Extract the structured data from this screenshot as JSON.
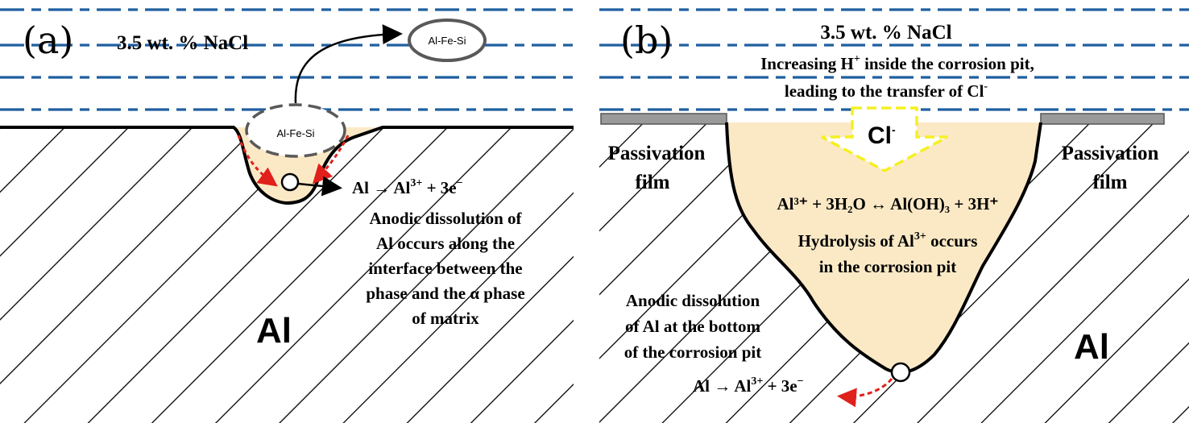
{
  "panel_a": {
    "label": "(a)",
    "solution": "3.5 wt. % NaCl",
    "phase_released": "Al-Fe-Si",
    "phase_in_pit": "Al-Fe-Si",
    "reaction": {
      "base": "Al → Al",
      "sup": "3+",
      "tail": " + 3e",
      "sup2": "−"
    },
    "note_lines": [
      "Anodic dissolution of",
      "Al occurs along the",
      "interface between the",
      "phase and the α phase",
      "of matrix"
    ],
    "metal": "Al"
  },
  "panel_b": {
    "label": "(b)",
    "solution": "3.5 wt. % NaCl",
    "header_line1": {
      "text": "Increasing H",
      "sup": "+",
      "tail": " inside the corrosion pit,"
    },
    "header_line2": {
      "text": "leading to the transfer of Cl",
      "sup": "-"
    },
    "chloride": {
      "text": "Cl",
      "sup": "-"
    },
    "film_left": [
      "Passivation",
      "film"
    ],
    "film_right": [
      "Passivation",
      "film"
    ],
    "hydrolysis_eq": "Al³⁺ + 3H₂O ↔ Al(OH)₃ + 3H⁺",
    "hydrolysis_note_line1": {
      "text": "Hydrolysis of Al",
      "sup": "3+",
      "tail": " occurs"
    },
    "hydrolysis_note_line2": "in the corrosion pit",
    "bottom_note_lines": [
      "Anodic dissolution",
      "of Al at the bottom",
      "of the corrosion pit"
    ],
    "reaction": {
      "base": "Al → Al",
      "sup": "3+",
      "tail": " + 3e",
      "sup2": "−"
    },
    "metal": "Al"
  },
  "colors": {
    "dashes": "#1f5fa0",
    "pit_fill": "#fbe9c6",
    "film": "#9a9a9a",
    "arrow_red": "#e0201b",
    "arrow_yellow": "#f5f020",
    "ellipse": "#595959"
  }
}
